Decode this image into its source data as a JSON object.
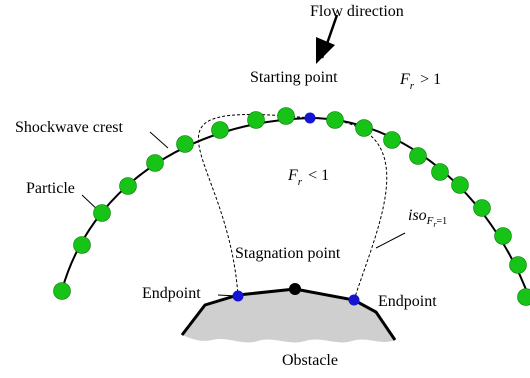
{
  "labels": {
    "flow_direction": "Flow direction",
    "starting_point": "Starting point",
    "shockwave_crest": "Shockwave crest",
    "particle": "Particle",
    "stagnation_point": "Stagnation point",
    "endpoint_left": "Endpoint",
    "endpoint_right": "Endpoint",
    "obstacle": "Obstacle"
  },
  "regions": {
    "outer": {
      "var": "F",
      "sub": "r",
      "rel": "> 1"
    },
    "inner": {
      "var": "F",
      "sub": "r",
      "rel": "< 1"
    }
  },
  "isoline": {
    "var": "iso",
    "sub": "F",
    "subsub": "r",
    "eq": "=1"
  },
  "colors": {
    "particle": "#16c316",
    "particle_stroke": "#0a7a0a",
    "marker": "#1414d2",
    "obstacle_fill": "#cfcfcf",
    "line": "#000000"
  }
}
